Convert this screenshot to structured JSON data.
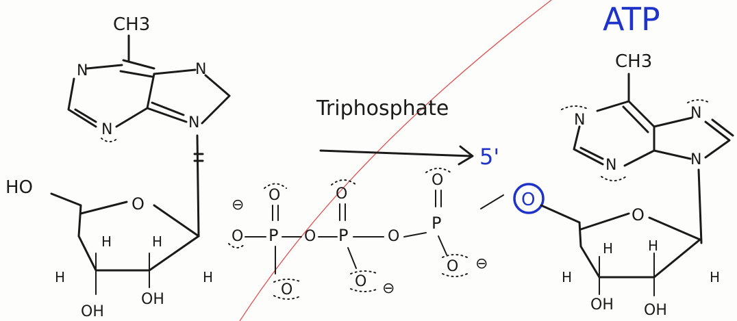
{
  "title": "ATP",
  "arrow_label": "Triphosphate",
  "five_prime": "5'",
  "colors": {
    "ink": "#1a1a1a",
    "blue": "#1f33c8",
    "red_line": "#e05050"
  },
  "left": {
    "ch3": "CH3",
    "ho": "HO",
    "ring_o": "O",
    "n": "N",
    "h": "H",
    "oh": "OH"
  },
  "phosphate": {
    "p": "P",
    "o": "O",
    "minus": "⊖"
  },
  "right": {
    "ch3": "CH3",
    "ring_o": "O",
    "n": "N",
    "h": "H",
    "oh": "OH",
    "linking_o": "O"
  }
}
